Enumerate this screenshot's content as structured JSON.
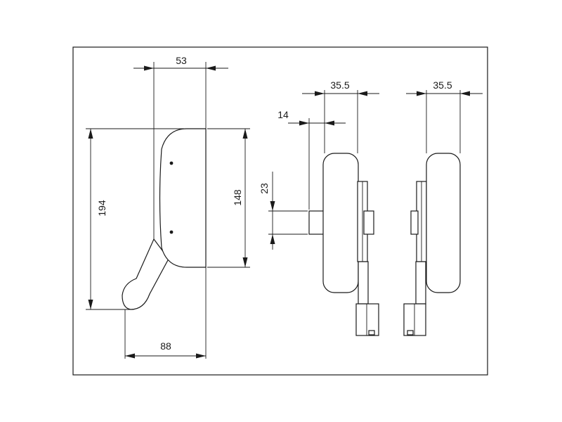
{
  "drawing": {
    "line_color": "#1a1a1a",
    "background": "#ffffff",
    "dimensions": {
      "top_width": "53",
      "height_total": "194",
      "height_inner": "148",
      "base_width": "88",
      "shaft_length": "14",
      "shaft_diameter": "23",
      "knob_width_side_a": "35.5",
      "knob_width_side_b": "35.5"
    }
  }
}
